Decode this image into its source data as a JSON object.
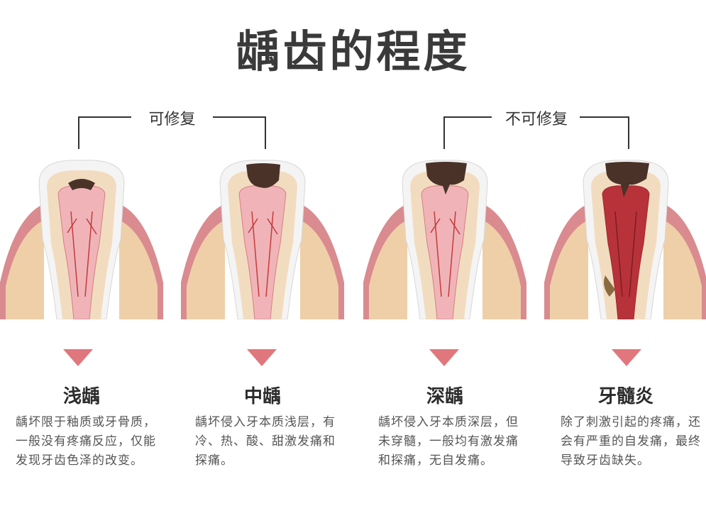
{
  "title": "龋齿的程度",
  "groups": [
    {
      "label": "可修复"
    },
    {
      "label": "不可修复"
    }
  ],
  "stages": [
    {
      "name": "浅龋",
      "desc": "龋坏限于釉质或牙骨质，一般没有疼痛反应，仅能发现牙齿色泽的改变。"
    },
    {
      "name": "中龋",
      "desc": "龋坏侵入牙本质浅层，有冷、热、酸、甜激发痛和探痛。"
    },
    {
      "name": "深龋",
      "desc": "龋坏侵入牙本质深层，但未穿髓，一般均有激发痛和探痛，无自发痛。"
    },
    {
      "name": "牙髓炎",
      "desc": "除了刺激引起的疼痛，还会有严重的自发痛，最终导致牙齿缺失。"
    }
  ],
  "colors": {
    "arrow": "#e0777c",
    "gum": "#d98b8f",
    "bone": "#efcfa8",
    "enamel": "#f4f4f4",
    "dentin": "#f2dcc0",
    "pulp": "#f0b4b8",
    "decay": "#4a3228"
  }
}
